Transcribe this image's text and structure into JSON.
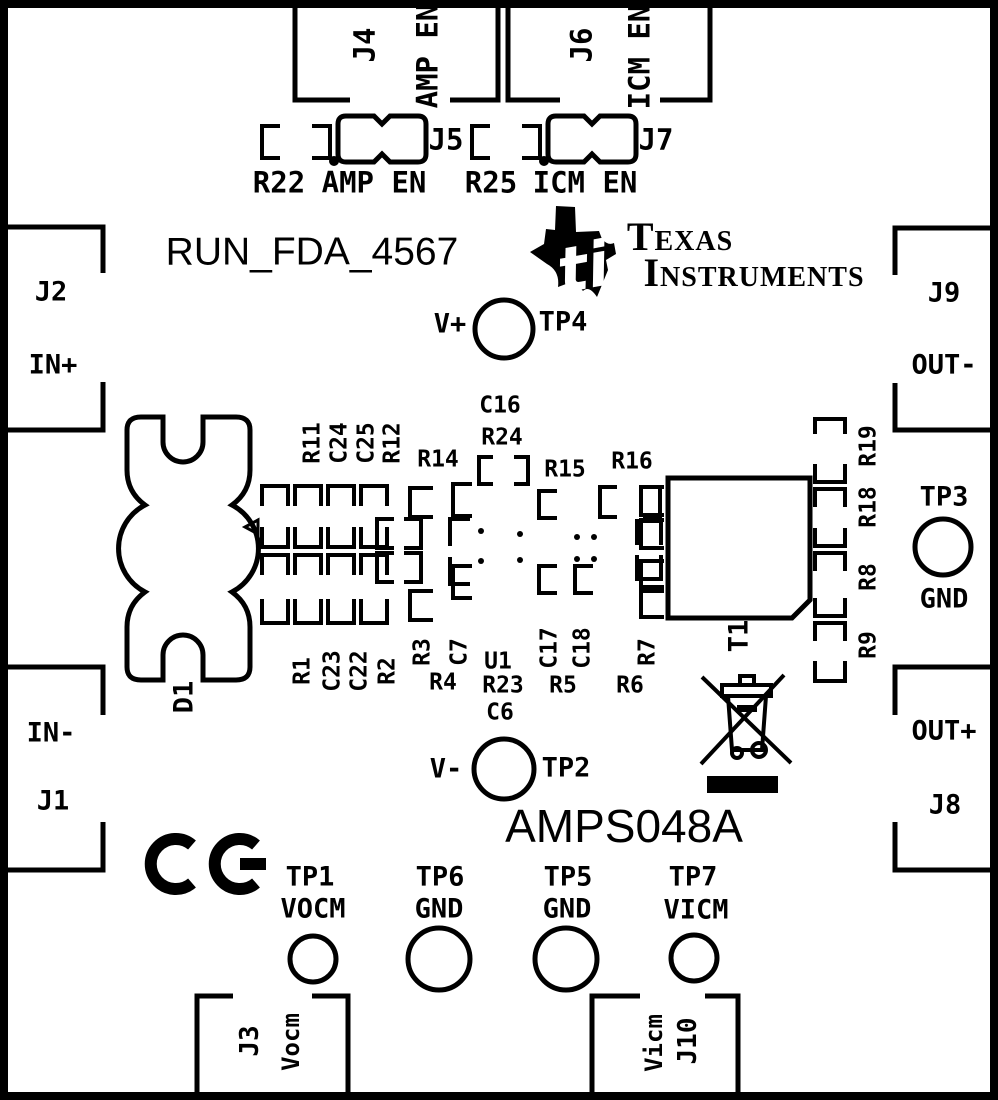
{
  "board": {
    "part_number": "AMPS048A",
    "design_name": "RUN_FDA_4567",
    "silkscreen_color": "#000000",
    "board_color": "#ffffff"
  },
  "logo": {
    "line1": "Texas",
    "line2": "Instruments",
    "monogram": "ti"
  },
  "labels": {
    "j4": "J4",
    "j6": "J6",
    "amp_en": "AMP EN",
    "icm_en": "ICM EN",
    "j5": "J5",
    "j7": "J7",
    "r22": "R22",
    "r25": "R25",
    "j2": "J2",
    "in_plus": "IN+",
    "in_minus": "IN-",
    "j1": "J1",
    "j9": "J9",
    "out_minus": "OUT-",
    "out_plus": "OUT+",
    "j8": "J8",
    "j3": "J3",
    "vocm_conn": "Vocm",
    "vicm_conn": "Vicm",
    "j10": "J10",
    "d1": "D1",
    "t1": "T1",
    "u1": "U1",
    "v_plus": "V+",
    "v_minus": "V-",
    "gnd": "GND",
    "tp1": "TP1",
    "tp2": "TP2",
    "tp3": "TP3",
    "tp4": "TP4",
    "tp5": "TP5",
    "tp6": "TP6",
    "tp7": "TP7",
    "vocm": "VOCM",
    "vicm": "VICM",
    "r11": "R11",
    "c24": "C24",
    "c25": "C25",
    "r12": "R12",
    "r14": "R14",
    "c16": "C16",
    "r24": "R24",
    "r15": "R15",
    "r16": "R16",
    "r1": "R1",
    "c23": "C23",
    "c22": "C22",
    "r2": "R2",
    "r3": "R3",
    "c7": "C7",
    "r4": "R4",
    "r23": "R23",
    "c6": "C6",
    "r5": "R5",
    "r6": "R6",
    "c17": "C17",
    "c18": "C18",
    "r7": "R7",
    "r19": "R19",
    "r18": "R18",
    "r8": "R8",
    "r9": "R9"
  }
}
